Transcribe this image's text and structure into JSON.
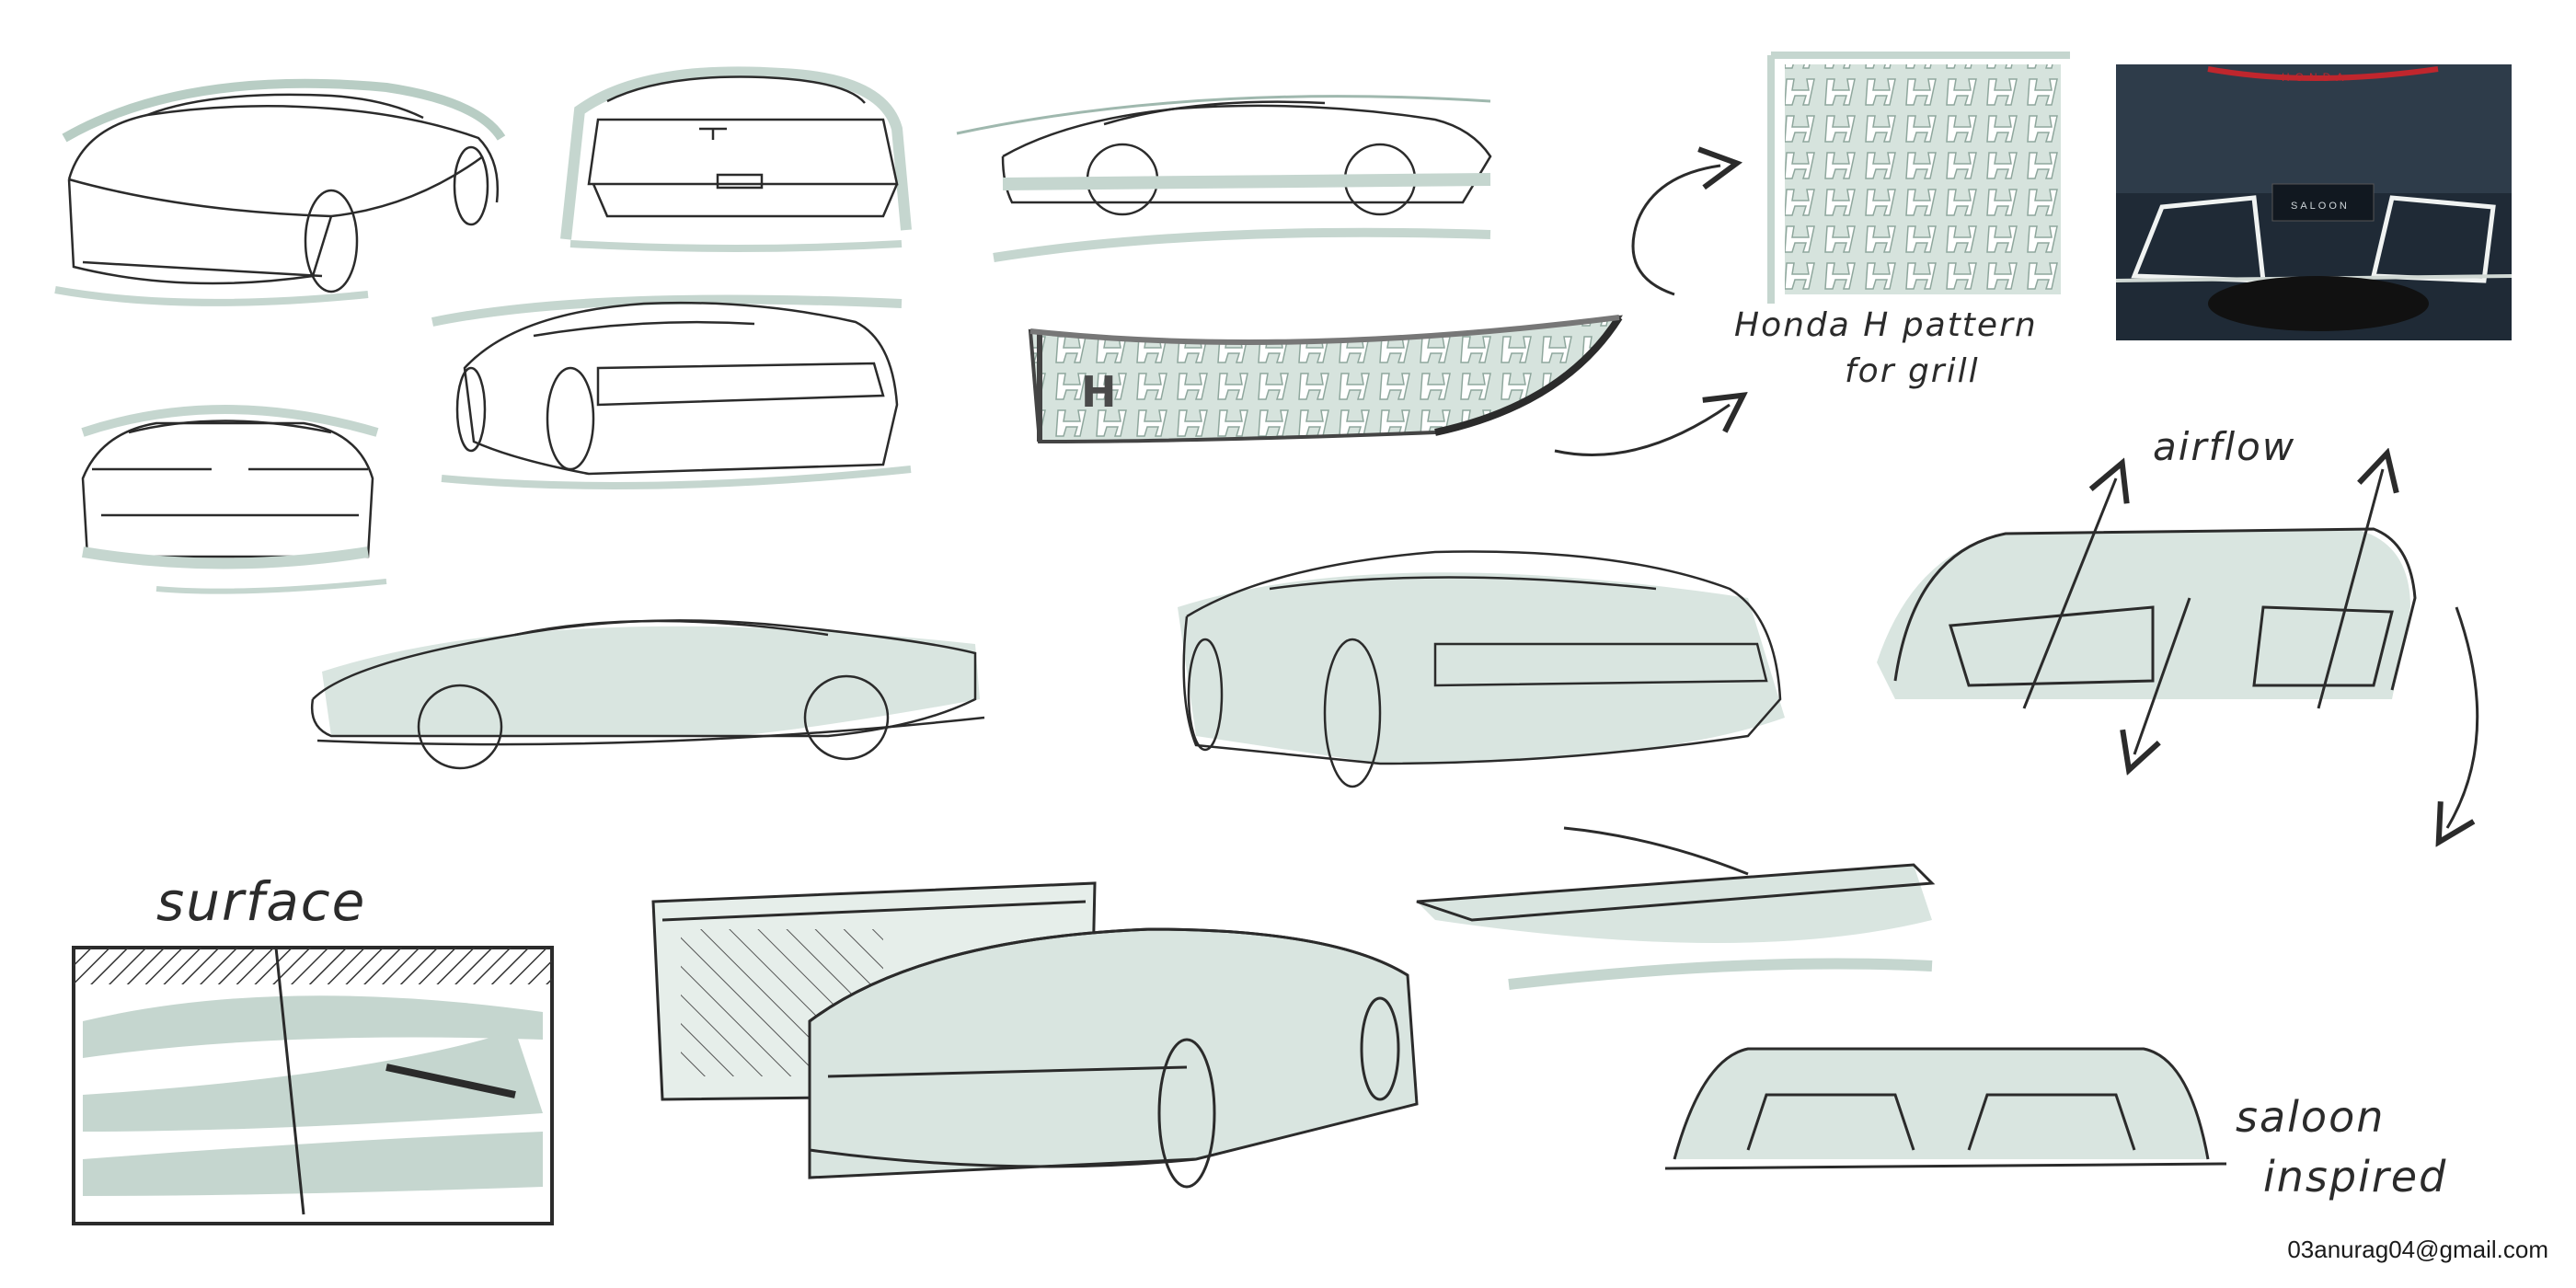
{
  "annotations": {
    "grill_pattern": "Honda H pattern\nfor grill",
    "grill_pattern_line1": "Honda H pattern",
    "grill_pattern_line2": "for grill",
    "airflow": "airflow",
    "surface": "surface",
    "saloon_line1": "saloon",
    "saloon_line2": "inspired"
  },
  "photo": {
    "top_text": "HONDA",
    "plate_text": "SALOON"
  },
  "email": "03anurag04@gmail.com",
  "colors": {
    "ink": "#2b2b2b",
    "sage": "#c5d6cf",
    "sage_dark": "#9fb8ae",
    "photo_bg": "#1f2a36",
    "tail_red": "#c0262d"
  }
}
